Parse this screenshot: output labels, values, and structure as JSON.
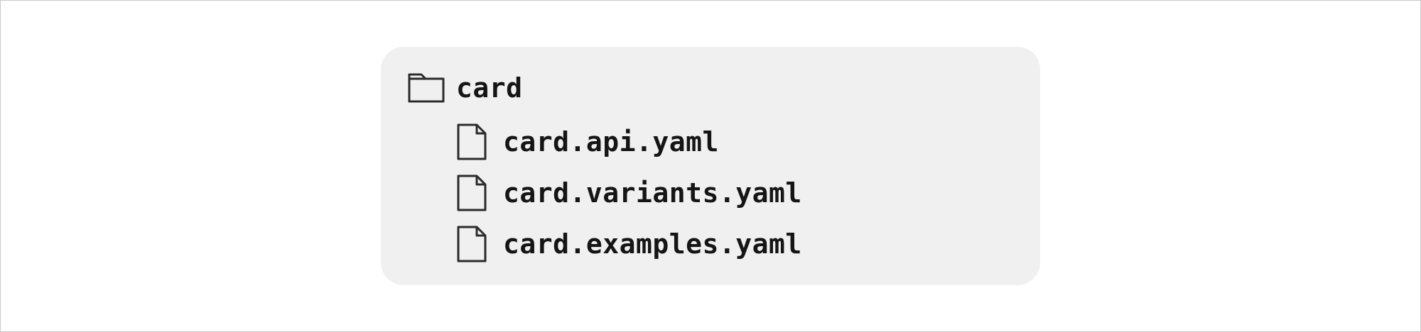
{
  "tree": {
    "folder": {
      "name": "card",
      "icon": "folder-icon"
    },
    "files": [
      {
        "name": "card.api.yaml",
        "icon": "file-icon"
      },
      {
        "name": "card.variants.yaml",
        "icon": "file-icon"
      },
      {
        "name": "card.examples.yaml",
        "icon": "file-icon"
      }
    ]
  },
  "colors": {
    "panel_background": "#eff0ef",
    "text": "#151515",
    "icon_stroke": "#2b2b2b",
    "frame_border": "#c9c9c9"
  }
}
